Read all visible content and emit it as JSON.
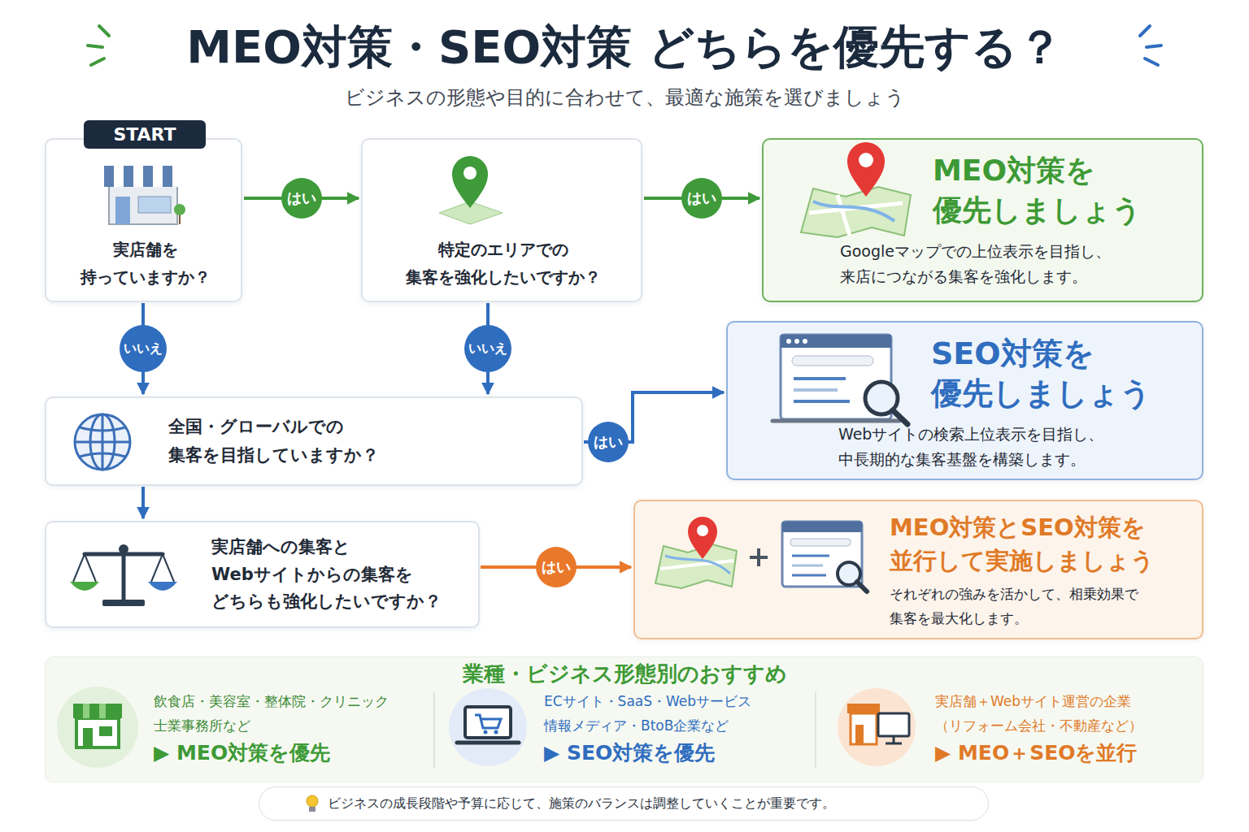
{
  "diagram": {
    "title": "MEO対策・SEO対策 どちらを優先する？",
    "nodes": [
      {
        "text": [
          "START",
          "実店舗を 持っていますか？"
        ]
      },
      {
        "text": [
          "特定のエリアでの 集客を強化したいですか？"
        ]
      },
      {
        "text": [
          "MEO対策を 優先しましょう",
          "Googleマップでの上位表示を目指し、 来店につながる集客を強化します。"
        ]
      },
      {
        "text": [
          "全国・グローバルでの 集客を目指していますか？"
        ]
      },
      {
        "text": [
          "SEO対策を 優先しましょう",
          "Webサイトの検索上位表示を目指し、 中長期的な集客基盤を構築します。"
        ]
      },
      {
        "text": [
          "実店舗への集客と Webサイトからの集客を どちらも強化したいですか？"
        ]
      },
      {
        "text": [
          "MEO対策とSEO対策を 並行して実施しましょう",
          "それぞれの強みを活かして、相乗効果で 集客を最大化します。"
        ]
      },
      {
        "text": [
          "業種・ビジネス形態別のおすすめ"
        ]
      },
      {
        "text": [
          "飲食店・美容室・整体院・クリニック 士業事務所など",
          "▶ MEO対策を優先"
        ],
        "in": 7
      },
      {
        "text": [
          "ECサイト・SaaS・Webサービス 情報メディア・BtoB企業など",
          "▶ SEO対策を優先"
        ],
        "in": 7
      },
      {
        "text": [
          "実店舗＋Webサイト運営の企業 （リフォーム会社・不動産など）",
          "▶ MEO＋SEOを並行"
        ],
        "in": 7
      },
      {
        "text": [
          "ビジネスの成長段階や予算に応じて、施策のバランスは調整していくことが重要です。"
        ]
      }
    ],
    "edges": [
      {
        "from": 0,
        "to": 1,
        "label": "はい",
        "arrow": "to"
      },
      {
        "from": 1,
        "to": 2,
        "label": "はい",
        "arrow": "to"
      },
      {
        "from": 0,
        "to": 3,
        "label": "いいえ",
        "arrow": "to"
      },
      {
        "from": 1,
        "to": 3,
        "label": "いいえ",
        "arrow": "to"
      },
      {
        "from": 3,
        "to": 4,
        "label": "はい",
        "arrow": "to"
      },
      {
        "from": 3,
        "to": 5,
        "arrow": "to"
      },
      {
        "from": 5,
        "to": 6,
        "label": "はい",
        "arrow": "to"
      }
    ],
    "labels": [
      "ビジネスの形態や目的に合わせて、最適な施策を選びましょう"
    ]
  }
}
